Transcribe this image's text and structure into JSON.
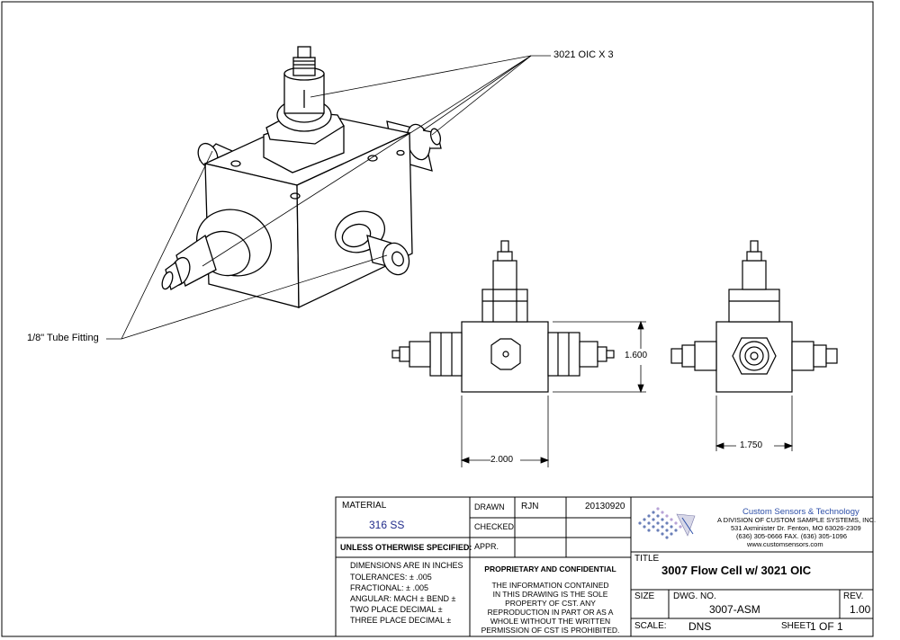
{
  "callouts": {
    "oic": "3021 OIC X 3",
    "tube_fitting": "1/8\" Tube Fitting"
  },
  "dimensions": {
    "width_front": "2.000",
    "height_front": "1.600",
    "width_side": "1.750"
  },
  "title_block": {
    "material_label": "MATERIAL",
    "material_value": "316 SS",
    "unless_specified": "UNLESS OTHERWISE SPECIFIED:",
    "tolerance_lines": [
      "DIMENSIONS ARE IN INCHES",
      "TOLERANCES: ± .005",
      "FRACTIONAL: ± .005",
      "ANGULAR: MACH ±  BEND ±",
      "TWO PLACE DECIMAL ±",
      "THREE PLACE DECIMAL ±"
    ],
    "drawn_label": "DRAWN",
    "drawn_by": "RJN",
    "drawn_date": "20130920",
    "checked_label": "CHECKED",
    "appr_label": "APPR.",
    "proprietary_title": "PROPRIETARY AND CONFIDENTIAL",
    "proprietary_lines": [
      "THE INFORMATION CONTAINED",
      "IN THIS DRAWING IS THE SOLE",
      "PROPERTY OF CST. ANY",
      "REPRODUCTION IN PART OR AS A",
      "WHOLE WITHOUT THE WRITTEN",
      "PERMISSION OF CST IS PROHIBITED."
    ],
    "company_name": "Custom Sensors & Technology",
    "company_lines": [
      "A DIVISION OF CUSTOM SAMPLE SYSTEMS, INC.",
      "531 Axminister Dr. Fenton, MO 63026-2309",
      "(636) 305-0666  FAX. (636) 305-1096",
      "www.customsensors.com"
    ],
    "title_label": "TITLE",
    "title_value": "3007 Flow Cell w/ 3021 OIC",
    "size_label": "SIZE",
    "dwg_no_label": "DWG. NO.",
    "dwg_no_value": "3007-ASM",
    "rev_label": "REV.",
    "rev_value": "1.00",
    "scale_label": "SCALE:",
    "scale_value": "DNS",
    "sheet_label": "SHEET",
    "sheet_value": "1 OF 1"
  },
  "colors": {
    "line": "#000000",
    "material_text": "#1f2a8a",
    "logo_text": "#2d4fa8"
  }
}
